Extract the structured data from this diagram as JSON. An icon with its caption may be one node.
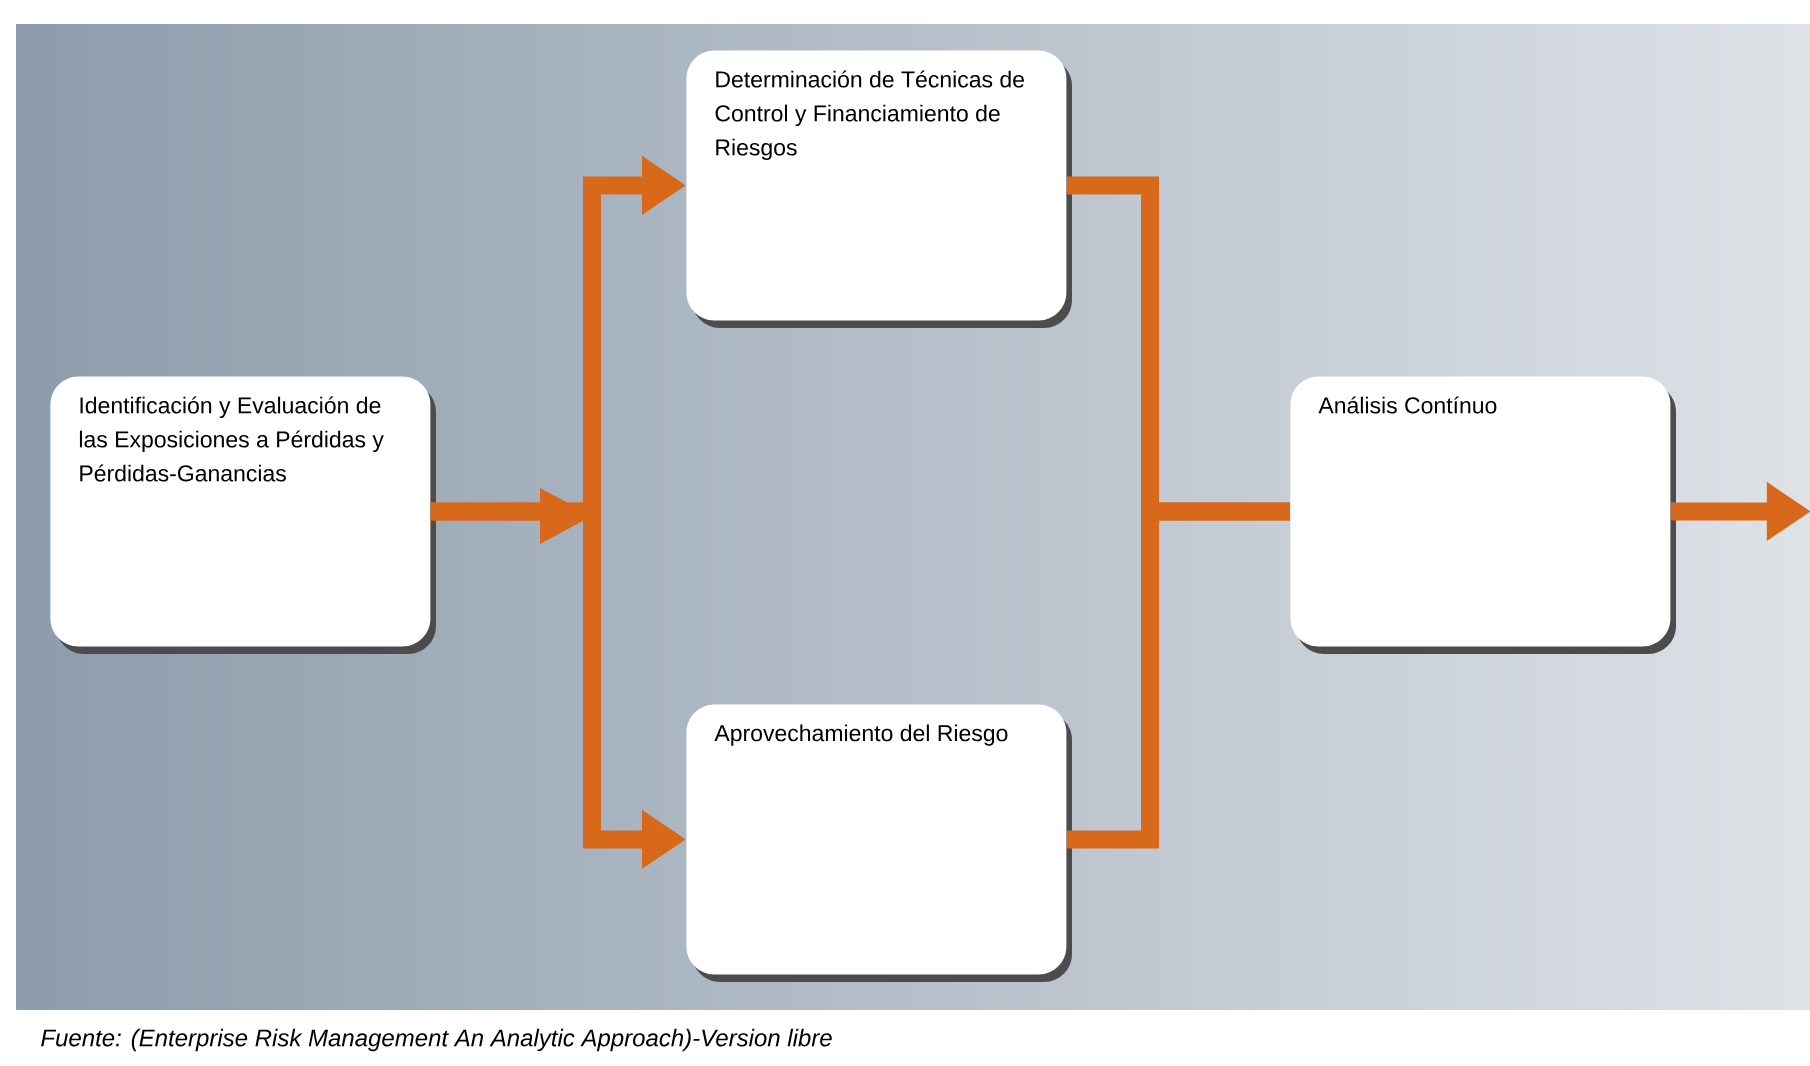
{
  "diagram": {
    "caption": "Fuente: (Enterprise Risk Management An Analytic Approach)-Version libre",
    "nodes": [
      {
        "text": [
          "Identificación y Evaluación de las Exposiciones a Pérdidas y Pérdidas-Ganancias"
        ]
      },
      {
        "text": [
          "Determinación de Técnicas de Control y Financiamiento de Riesgos"
        ]
      },
      {
        "text": [
          "Aprovechamiento del Riesgo"
        ]
      },
      {
        "text": [
          "Análisis Contínuo"
        ]
      }
    ],
    "edges": [
      {
        "from": 0,
        "to": 1,
        "arrow": "to"
      },
      {
        "from": 0,
        "to": 2,
        "arrow": "to"
      },
      {
        "from": 1,
        "to": 3,
        "arrow": "none"
      },
      {
        "from": 2,
        "to": 3,
        "arrow": "none"
      },
      {
        "from": 3,
        "to": null,
        "arrow": "to"
      }
    ]
  }
}
